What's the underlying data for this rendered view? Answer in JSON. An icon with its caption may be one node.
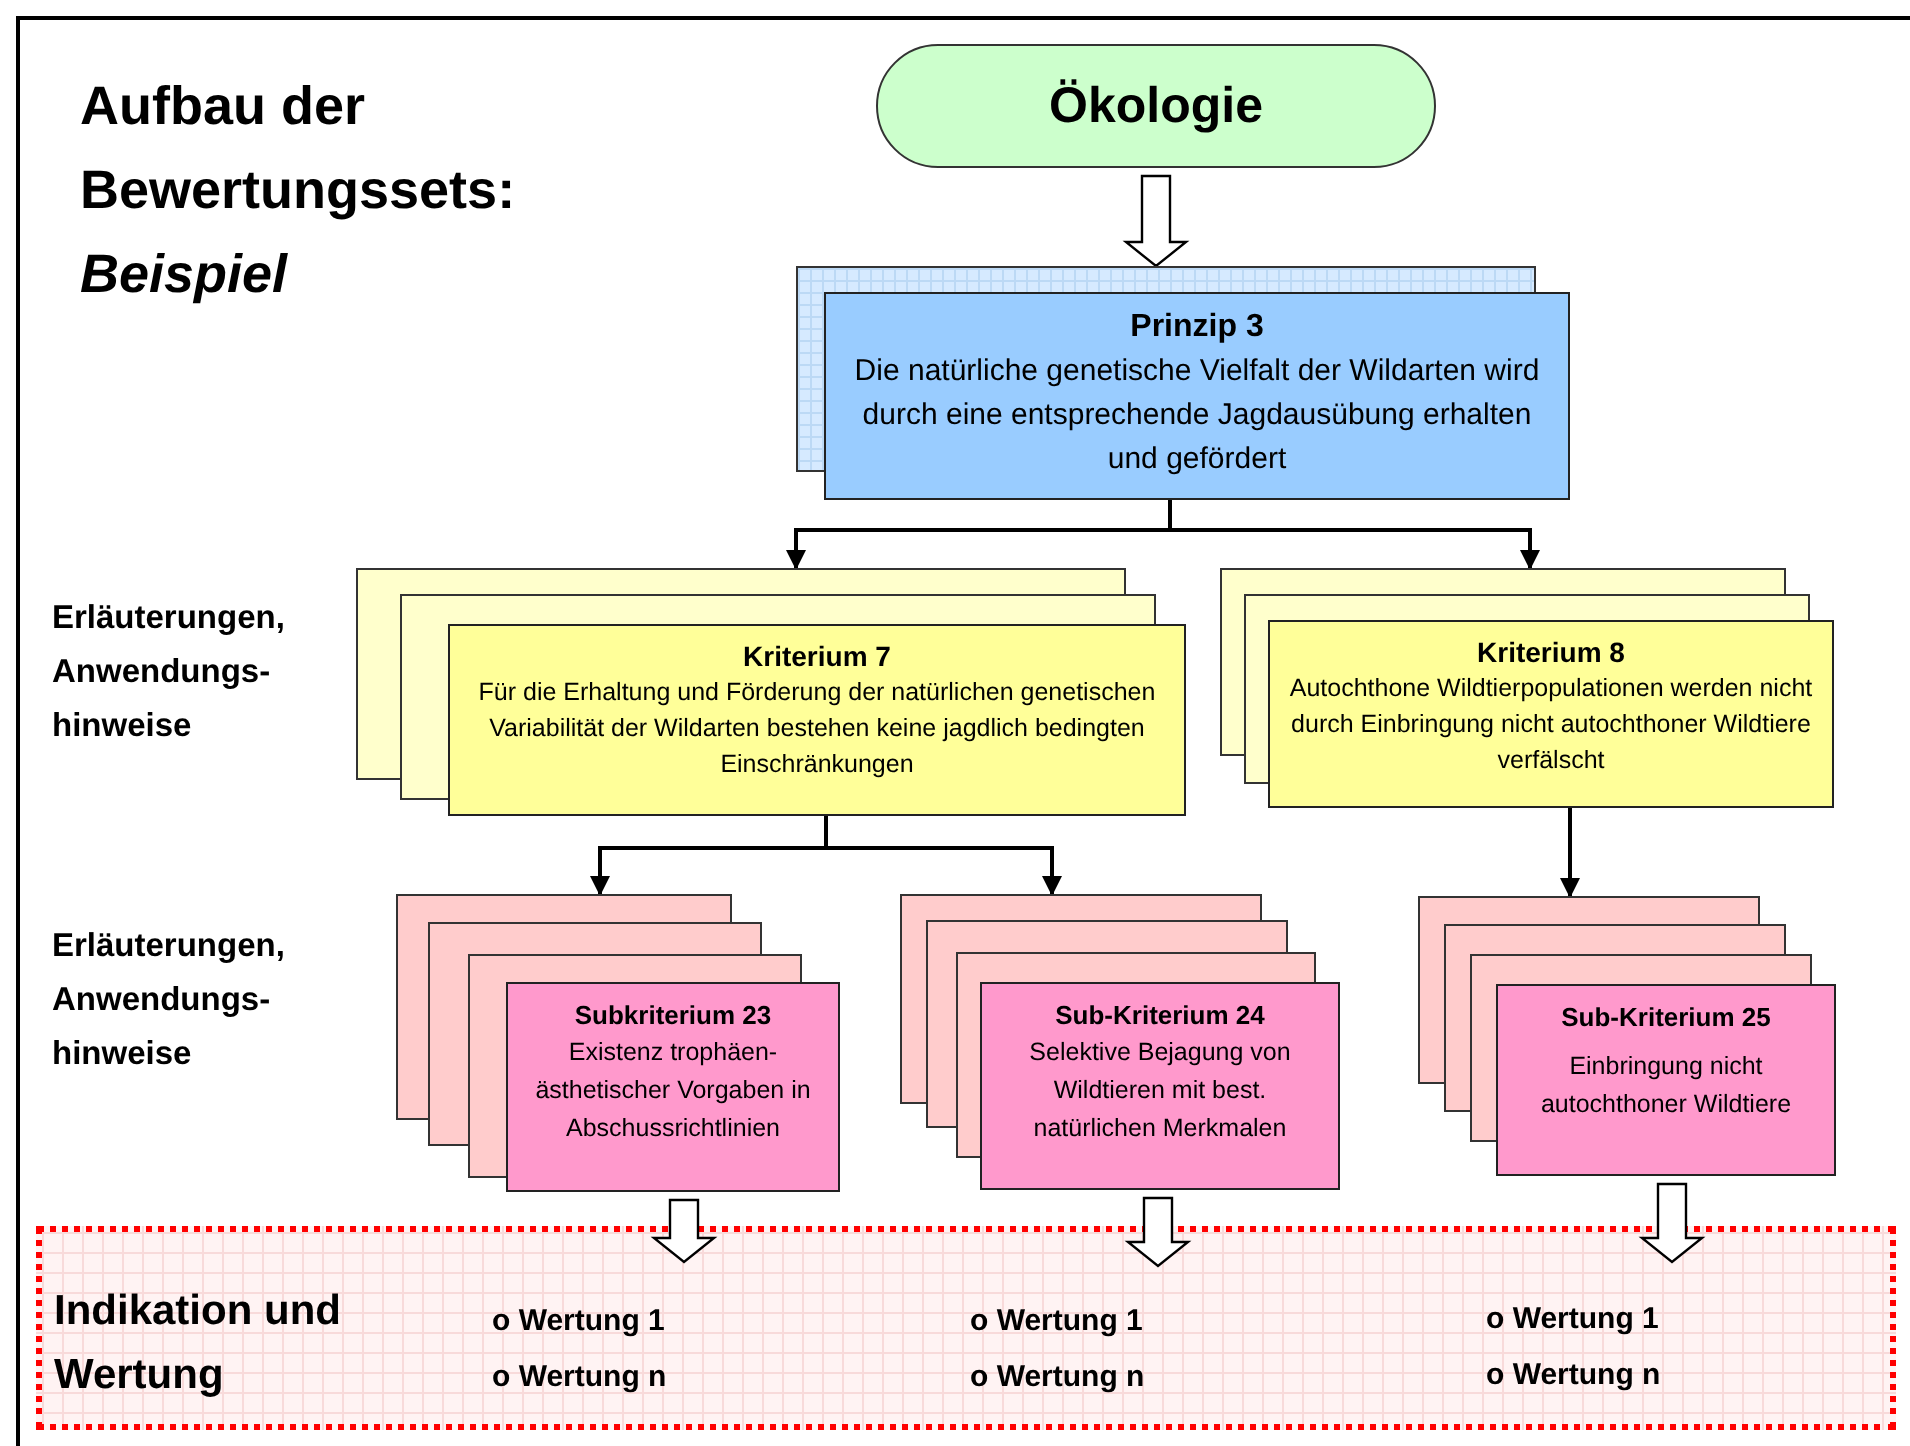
{
  "diagram": {
    "title": "Aufbau der Bewertungssets: *Beispiel*",
    "nodes": [
      {
        "text": [
          "Ökologie"
        ]
      },
      {
        "text": [
          "Prinzip 3",
          "Die natürliche genetische Vielfalt der Wildarten wird durch eine entsprechende Jagdausübung erhalten und gefördert"
        ]
      },
      {
        "text": [
          "Kriterium 7",
          "Für die Erhaltung und Förderung der natürlichen genetischen Variabilität der Wildarten bestehen keine jagdlich bedingten Einschränkungen"
        ]
      },
      {
        "text": [
          "Kriterium 8",
          "Autochthone Wildtierpopulationen werden nicht durch Einbringung nicht autochthoner Wildtiere verfälscht"
        ]
      },
      {
        "text": [
          "Subkriterium 23",
          "Existenz trophäen-ästhetischer Vorgaben in Abschussrichtlinien"
        ]
      },
      {
        "text": [
          "Sub-Kriterium 24",
          "Selektive Bejagung von Wildtieren mit best. natürlichen Merkmalen"
        ]
      },
      {
        "text": [
          "Sub-Kriterium 25",
          "Einbringung nicht autochthoner Wildtiere"
        ]
      },
      {
        "text": [
          "Indikation und Wertung"
        ]
      }
    ],
    "edges": [
      {
        "from": 0,
        "to": 1,
        "arrow": "to",
        "style": "thick"
      },
      {
        "from": 1,
        "to": 2,
        "arrow": "to"
      },
      {
        "from": 1,
        "to": 3,
        "arrow": "to"
      },
      {
        "from": 2,
        "to": 4,
        "arrow": "to"
      },
      {
        "from": 2,
        "to": 5,
        "arrow": "to"
      },
      {
        "from": 3,
        "to": 6,
        "arrow": "to"
      },
      {
        "from": 4,
        "to": 7,
        "arrow": "to",
        "style": "thick"
      },
      {
        "from": 5,
        "to": 7,
        "arrow": "to",
        "style": "thick"
      },
      {
        "from": 6,
        "to": 7,
        "arrow": "to",
        "style": "thick"
      }
    ],
    "labels": [
      "Erläuterungen, Anwendungs- hinweise",
      "Erläuterungen, Anwendungs- hinweise",
      "o Wertung 1",
      "o Wertung n",
      "o Wertung 1",
      "o Wertung n",
      "o Wertung 1",
      "o Wertung n"
    ]
  }
}
